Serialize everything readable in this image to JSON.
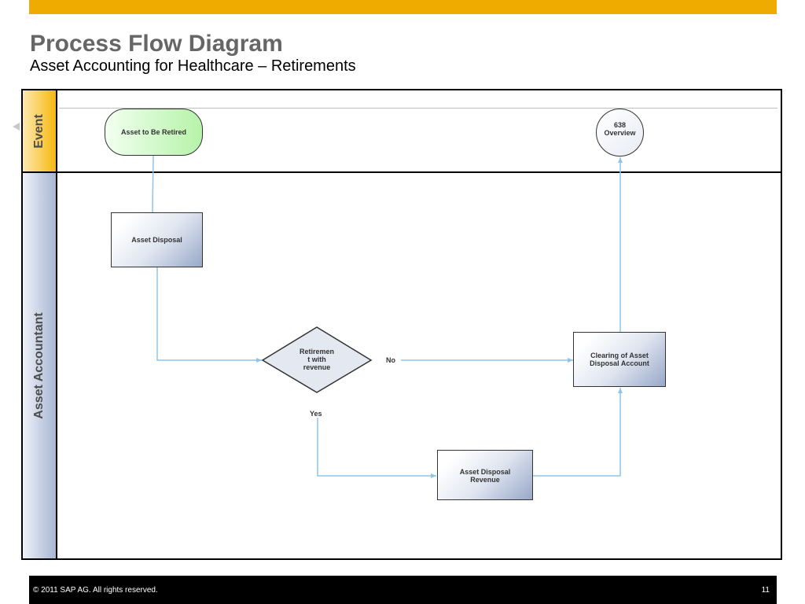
{
  "slide": {
    "title": "Process Flow Diagram",
    "subtitle": "Asset Accounting for Healthcare – Retirements",
    "accent_color": "#f0ab00"
  },
  "lanes": {
    "event": "Event",
    "accountant": "Asset Accountant"
  },
  "nodes": {
    "start": "Asset to Be Retired",
    "overview": "638\nOverview",
    "asset_disposal": "Asset Disposal",
    "decision": "Retiremen\nt with\nrevenue",
    "clearing": "Clearing of Asset\nDisposal Account",
    "revenue": "Asset Disposal\nRevenue"
  },
  "edge_labels": {
    "no": "No",
    "yes": "Yes"
  },
  "footer": {
    "copyright": "©  2011 SAP AG. All rights reserved.",
    "page_number": "11"
  },
  "colors": {
    "connector": "#8fc3ea",
    "event_lane": "#f6b70f",
    "accountant_lane": "#a8b6d3",
    "start_node": "#b6f3a9"
  }
}
